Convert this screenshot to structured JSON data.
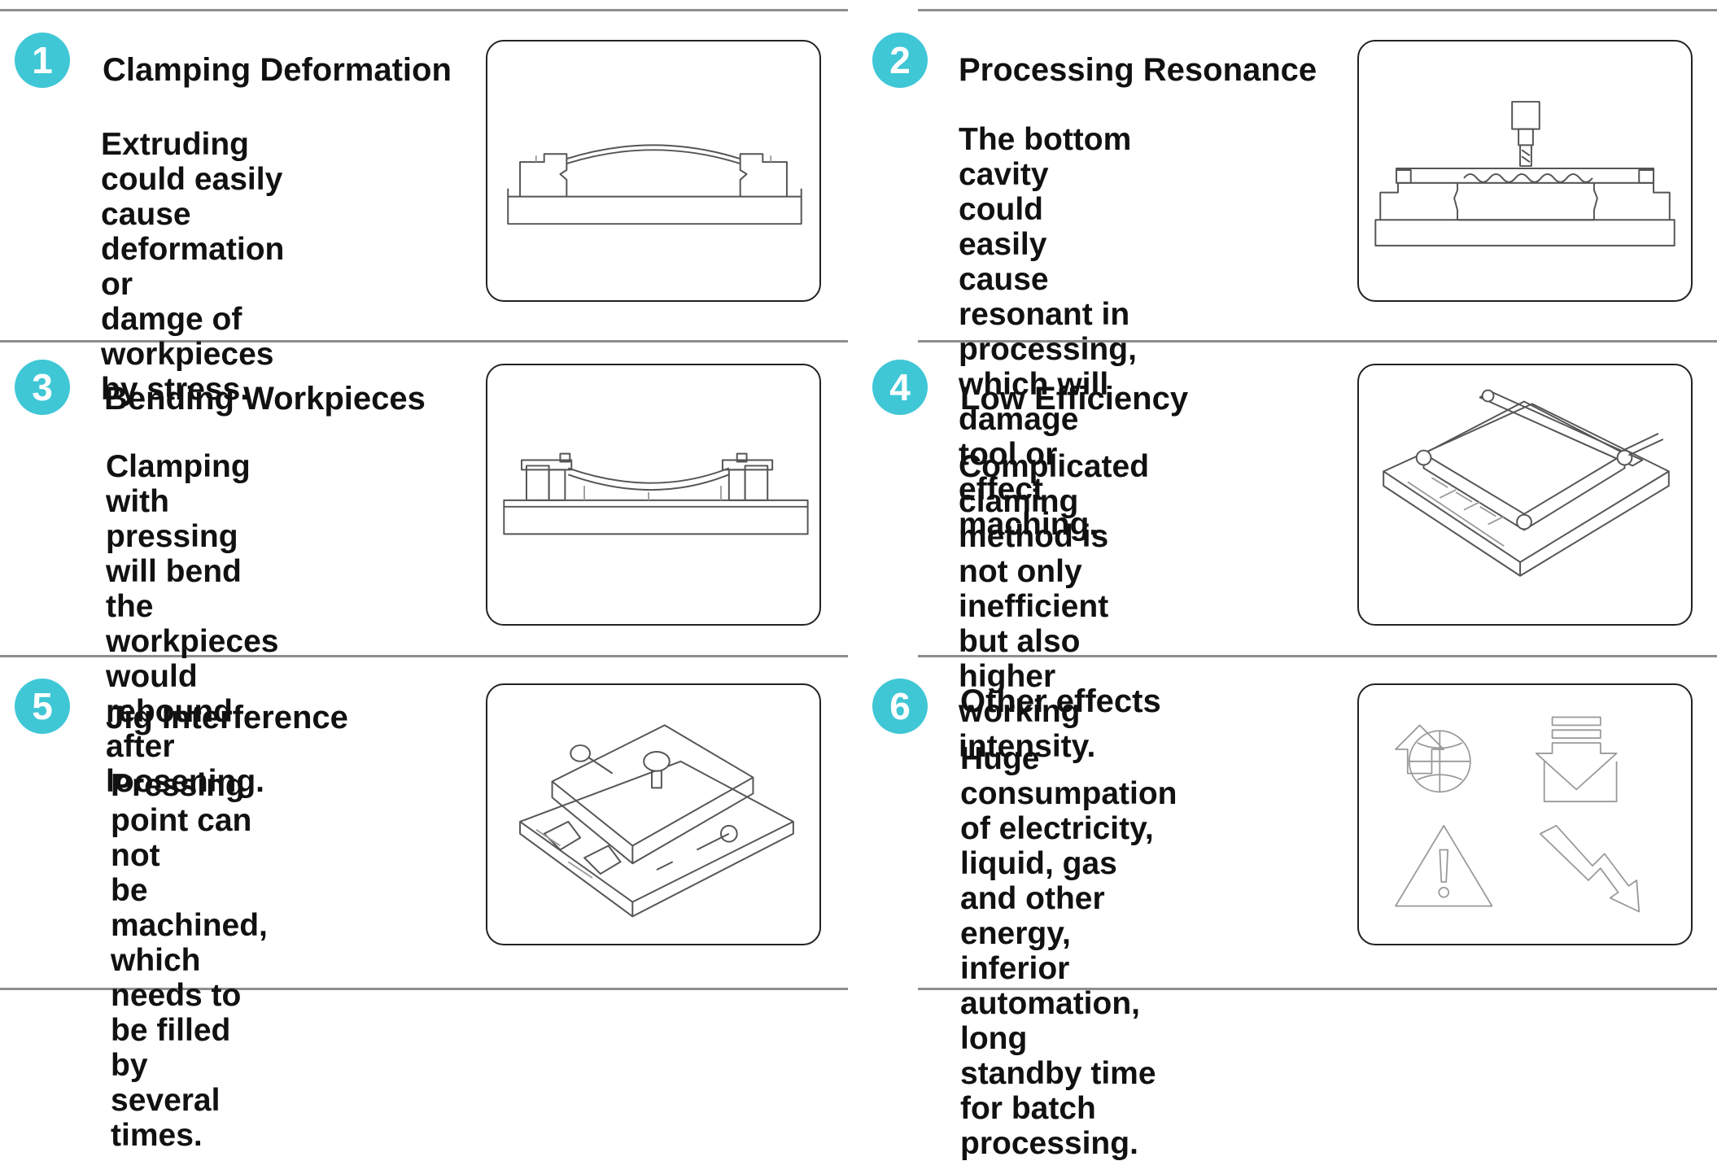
{
  "accent_color": "#3fc7d6",
  "items": [
    {
      "number": "1",
      "title": "Clamping Deformation",
      "description": "Extruding could easily\ncause deformation or\ndamge of workpieces\nby stress.",
      "illustration": "bent-workpiece-on-base-icon"
    },
    {
      "number": "2",
      "title": "Processing Resonance",
      "description": "The bottom cavity could\neasily cause resonant in\nprocessing, which will\ndamage tool or effect\nmaching.",
      "illustration": "milling-tool-resonance-icon"
    },
    {
      "number": "3",
      "title": "Bending Workpieces",
      "description": "Clamping with pressing\nwill bend the workpieces\nwould rebound after\nloosening.",
      "illustration": "clamped-bending-workpiece-icon"
    },
    {
      "number": "4",
      "title": "Low Efficiency",
      "description": "Complicated claming\nmethod is not only\ninefficient but also higher\nworking intensity.",
      "illustration": "complex-fixture-isometric-icon"
    },
    {
      "number": "5",
      "title": "Jig Interference",
      "description": "Pressing point can not\nbe machined, which\nneeds to be filled by\nseveral times.",
      "illustration": "jig-with-pressing-points-icon"
    },
    {
      "number": "6",
      "title": "Other effects",
      "description": "Huge consumpation\nof electricity, liquid, gas\nand other energy,\ninferior automation, long\nstandby time for batch\nprocessing.",
      "illustration": "energy-warning-icons"
    }
  ]
}
